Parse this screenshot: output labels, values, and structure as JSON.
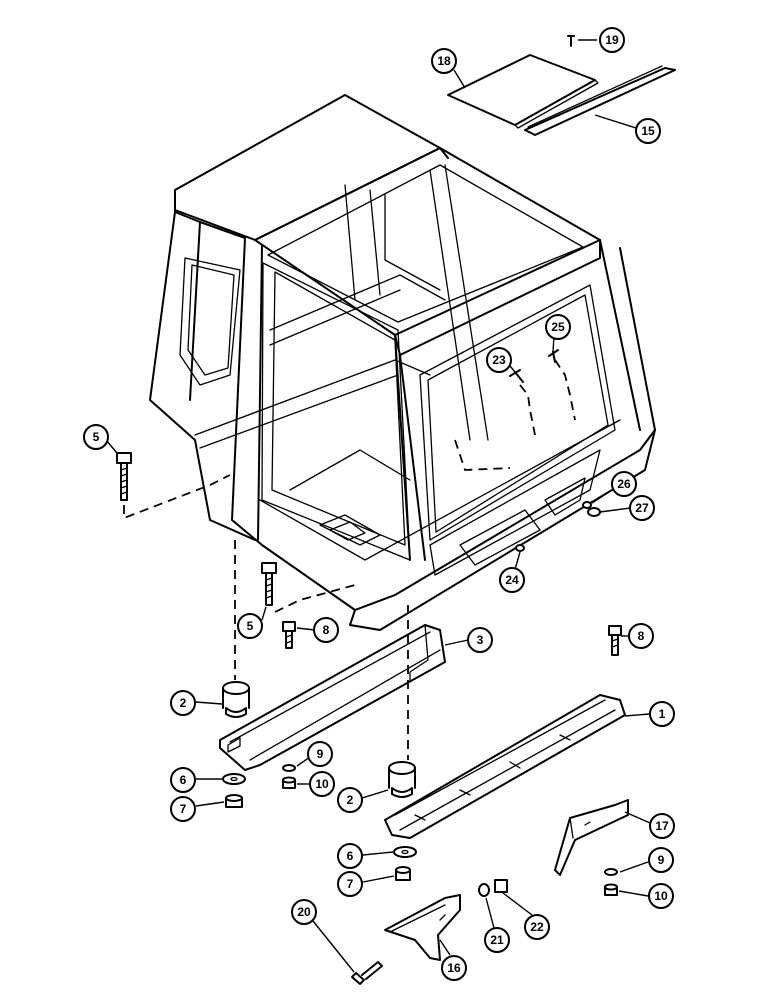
{
  "callouts": [
    {
      "id": "c19",
      "label": "19"
    },
    {
      "id": "c18",
      "label": "18"
    },
    {
      "id": "c15",
      "label": "15"
    },
    {
      "id": "c5a",
      "label": "5"
    },
    {
      "id": "c23",
      "label": "23"
    },
    {
      "id": "c25",
      "label": "25"
    },
    {
      "id": "c26",
      "label": "26"
    },
    {
      "id": "c27",
      "label": "27"
    },
    {
      "id": "c24",
      "label": "24"
    },
    {
      "id": "c5b",
      "label": "5"
    },
    {
      "id": "c8a",
      "label": "8"
    },
    {
      "id": "c3",
      "label": "3"
    },
    {
      "id": "c8b",
      "label": "8"
    },
    {
      "id": "c2a",
      "label": "2"
    },
    {
      "id": "c1",
      "label": "1"
    },
    {
      "id": "c9a",
      "label": "9"
    },
    {
      "id": "c10a",
      "label": "10"
    },
    {
      "id": "c6a",
      "label": "6"
    },
    {
      "id": "c7a",
      "label": "7"
    },
    {
      "id": "c2b",
      "label": "2"
    },
    {
      "id": "c17",
      "label": "17"
    },
    {
      "id": "c6b",
      "label": "6"
    },
    {
      "id": "c7b",
      "label": "7"
    },
    {
      "id": "c9b",
      "label": "9"
    },
    {
      "id": "c10b",
      "label": "10"
    },
    {
      "id": "c20",
      "label": "20"
    },
    {
      "id": "c21",
      "label": "21"
    },
    {
      "id": "c22",
      "label": "22"
    },
    {
      "id": "c16",
      "label": "16"
    }
  ]
}
